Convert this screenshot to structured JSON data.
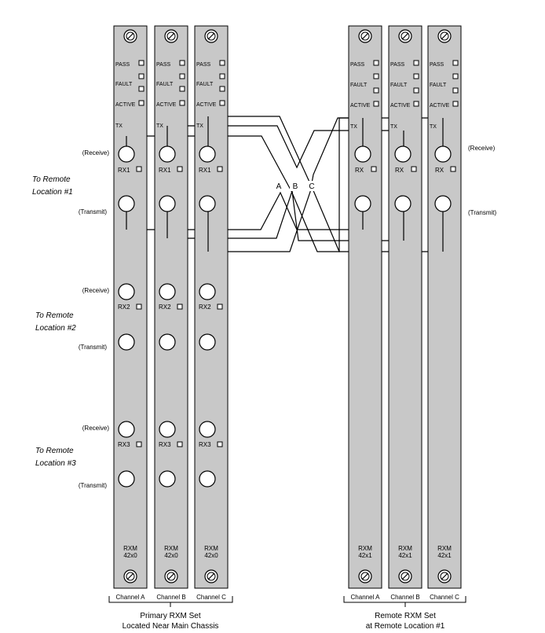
{
  "primary_modules": [
    {
      "channel": "Channel A",
      "model": "RXM",
      "part": "42x0",
      "leds": [
        "PASS",
        "FAULT",
        "ACTIVE"
      ],
      "tx": "TX",
      "ports": [
        "RX1",
        "RX2",
        "RX3"
      ]
    },
    {
      "channel": "Channel B",
      "model": "RXM",
      "part": "42x0",
      "leds": [
        "PASS",
        "FAULT",
        "ACTIVE"
      ],
      "tx": "TX",
      "ports": [
        "RX1",
        "RX2",
        "RX3"
      ]
    },
    {
      "channel": "Channel C",
      "model": "RXM",
      "part": "42x0",
      "leds": [
        "PASS",
        "FAULT",
        "ACTIVE"
      ],
      "tx": "TX",
      "ports": [
        "RX1",
        "RX2",
        "RX3"
      ]
    }
  ],
  "remote_modules": [
    {
      "channel": "Channel A",
      "model": "RXM",
      "part": "42x1",
      "leds": [
        "PASS",
        "FAULT",
        "ACTIVE"
      ],
      "tx": "TX",
      "ports": [
        "RX"
      ]
    },
    {
      "channel": "Channel B",
      "model": "RXM",
      "part": "42x1",
      "leds": [
        "PASS",
        "FAULT",
        "ACTIVE"
      ],
      "tx": "TX",
      "ports": [
        "RX"
      ]
    },
    {
      "channel": "Channel C",
      "model": "RXM",
      "part": "42x1",
      "leds": [
        "PASS",
        "FAULT",
        "ACTIVE"
      ],
      "tx": "TX",
      "ports": [
        "RX"
      ]
    }
  ],
  "port_labels": {
    "receive": "(Receive)",
    "transmit": "(Transmit)"
  },
  "locations": [
    {
      "line1": "To Remote",
      "line2": "Location #1"
    },
    {
      "line1": "To Remote",
      "line2": "Location #2"
    },
    {
      "line1": "To Remote",
      "line2": "Location #3"
    }
  ],
  "crossover_labels": [
    "A",
    "B",
    "C"
  ],
  "groups": {
    "primary": {
      "line1": "Primary RXM Set",
      "line2": "Located Near Main Chassis"
    },
    "remote": {
      "line1": "Remote RXM Set",
      "line2": "at Remote Location #1"
    }
  },
  "colors": {
    "module_fill": "#c8c8c8",
    "line": "#000000",
    "background": "#ffffff"
  }
}
